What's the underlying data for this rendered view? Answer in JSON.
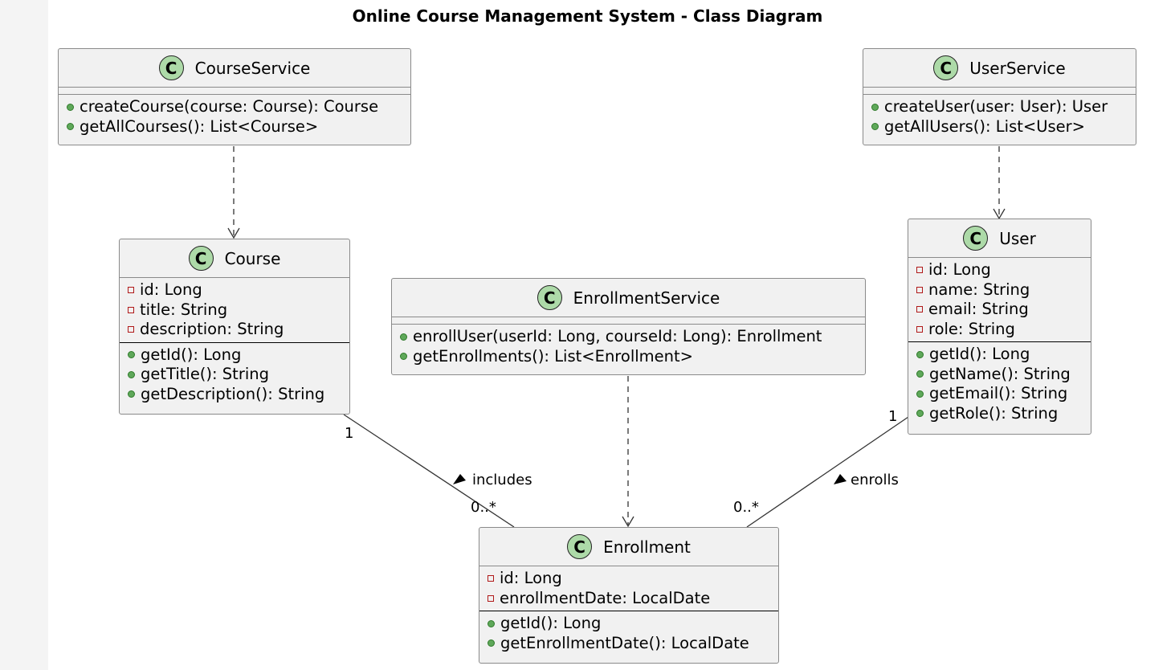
{
  "diagram": {
    "title": "Online Course Management System - Class Diagram"
  },
  "classes": {
    "course_service": {
      "name": "CourseService",
      "stereotype": "C",
      "fields": [],
      "methods": [
        "createCourse(course: Course): Course",
        "getAllCourses(): List<Course>"
      ]
    },
    "user_service": {
      "name": "UserService",
      "stereotype": "C",
      "fields": [],
      "methods": [
        "createUser(user: User): User",
        "getAllUsers(): List<User>"
      ]
    },
    "course": {
      "name": "Course",
      "stereotype": "C",
      "fields": [
        "id: Long",
        "title: String",
        "description: String"
      ],
      "methods": [
        "getId(): Long",
        "getTitle(): String",
        "getDescription(): String"
      ]
    },
    "enrollment_service": {
      "name": "EnrollmentService",
      "stereotype": "C",
      "fields": [],
      "methods": [
        "enrollUser(userId: Long, courseId: Long): Enrollment",
        "getEnrollments(): List<Enrollment>"
      ]
    },
    "user": {
      "name": "User",
      "stereotype": "C",
      "fields": [
        "id: Long",
        "name: String",
        "email: String",
        "role: String"
      ],
      "methods": [
        "getId(): Long",
        "getName(): String",
        "getEmail(): String",
        "getRole(): String"
      ]
    },
    "enrollment": {
      "name": "Enrollment",
      "stereotype": "C",
      "fields": [
        "id: Long",
        "enrollmentDate: LocalDate"
      ],
      "methods": [
        "getId(): Long",
        "getEnrollmentDate(): LocalDate"
      ]
    }
  },
  "relations": {
    "includes": {
      "label": "includes",
      "source_mult": "1",
      "target_mult": "0..*"
    },
    "enrolls": {
      "label": "enrolls",
      "source_mult": "1",
      "target_mult": "0..*"
    }
  },
  "colors": {
    "class_fill": "#f1f1f1",
    "stereotype_circle": "#addaa8",
    "public_marker": "#5fa85a",
    "private_marker": "#b01818",
    "line": "#333333"
  }
}
